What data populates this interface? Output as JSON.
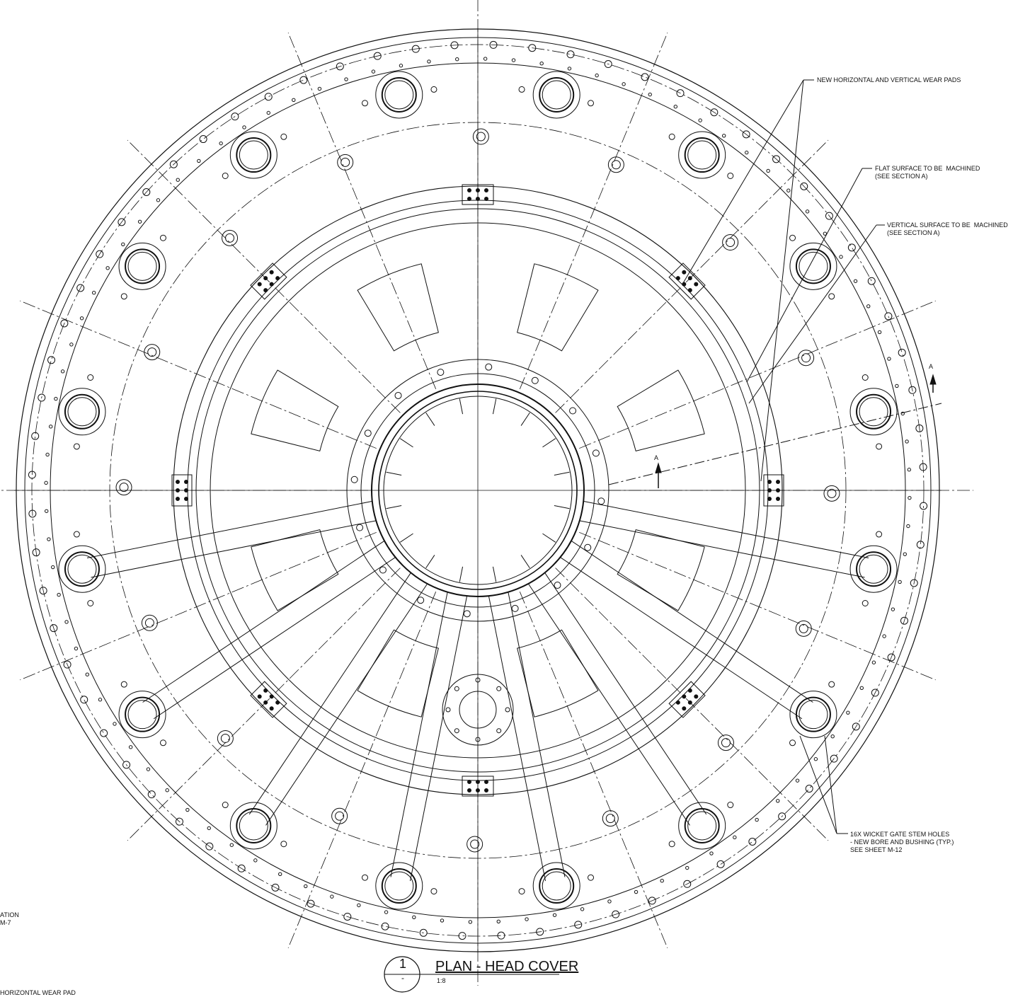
{
  "notes": {
    "wear_pads": "NEW HORIZONTAL AND VERTICAL WEAR PADS",
    "flat_surface": "FLAT SURFACE TO BE  MACHINED\n(SEE SECTION A)",
    "vertical_surface": "VERTICAL SURFACE TO BE  MACHINED\n(SEE SECTION A)",
    "stem_holes": "16X WICKET GATE STEM HOLES\n- NEW BORE AND BUSHING (TYP.)\nSEE SHEET M-12",
    "left_fragment": "ATION\nM-7",
    "bottom_left_fragment": "HORIZONTAL WEAR PAD"
  },
  "section_marks": {
    "upper": "A",
    "center": "A"
  },
  "title_block": {
    "detail_number": "1",
    "sheet_ref": "-",
    "title": "PLAN - HEAD COVER",
    "scale": "1:8"
  },
  "drawing": {
    "wicket_gate_count": 16,
    "stroke_color": "#111111",
    "background": "#ffffff"
  }
}
